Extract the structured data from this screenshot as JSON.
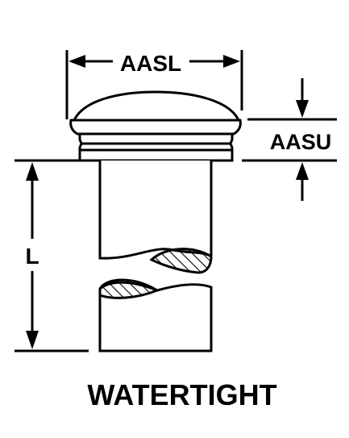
{
  "diagram": {
    "dimensions": {
      "head_diameter": "AASL",
      "head_height": "AASU",
      "length": "L"
    },
    "caption": "WATERTIGHT"
  },
  "colors": {
    "line": "#000000",
    "background": "#ffffff"
  }
}
